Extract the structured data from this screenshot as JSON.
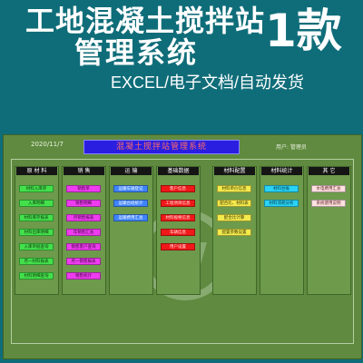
{
  "banner": {
    "title_line1": "工地混凝土搅拌站",
    "title_line2": "管理系统",
    "badge": "1款",
    "tagline": "EXCEL/电子文档/自动发货"
  },
  "app": {
    "date": "2020/11/7",
    "title": "混凝土搅拌站管理系统",
    "user": "用户: 管理员"
  },
  "columns": [
    {
      "head": "原 材 料",
      "color": "green",
      "items": [
        "材料入库单",
        "入库明细",
        "材料库存报表",
        "材料出库明细",
        "入库单据查询",
        "月一材料报表",
        "材料明细查询"
      ]
    },
    {
      "head": "销 售",
      "color": "magenta",
      "items": [
        "销售单",
        "销售明细",
        "月销售报表",
        "年销售汇总",
        "销售客户查询",
        "月一销售报表",
        "销售统计"
      ]
    },
    {
      "head": "运 输",
      "color": "blue",
      "items": [
        "运输车辆登记",
        "运输台班统计",
        "运输费用汇总"
      ]
    },
    {
      "head": "基础数据",
      "color": "red",
      "items": [
        "客户信息",
        "工程项目信息",
        "材料规格信息",
        "车辆信息",
        "用户设置"
      ]
    },
    {
      "head": "材料配置",
      "color": "yellow",
      "items": [
        "材料单价信息",
        "配合比、材料表",
        "配合比计算",
        "配置参数设置"
      ]
    },
    {
      "head": "材料统计",
      "color": "cyan",
      "items": [
        "材料台账",
        "材料消耗分析"
      ]
    },
    {
      "head": "其 它",
      "color": "pink",
      "items": [
        "水电费用汇总",
        "系统使用说明"
      ]
    }
  ]
}
